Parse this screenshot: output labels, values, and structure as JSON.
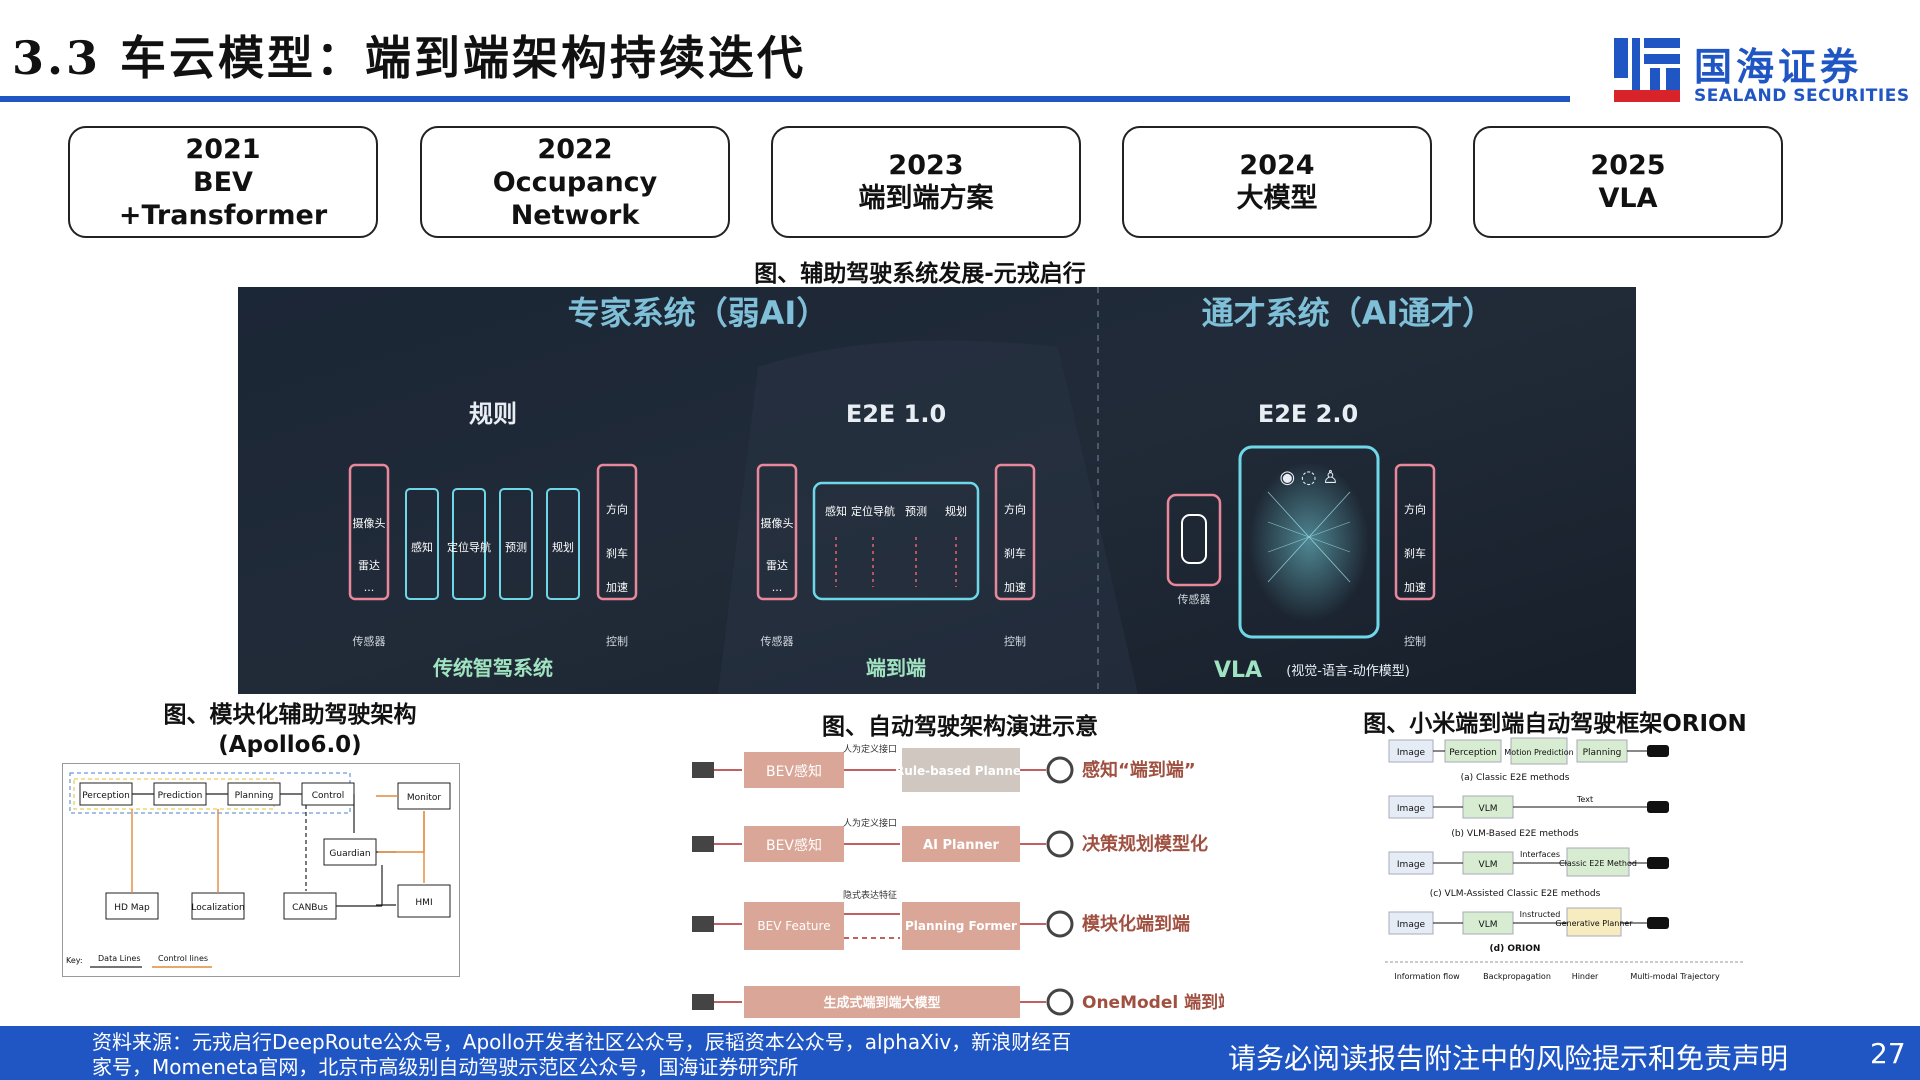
{
  "header": {
    "title": "3.3 车云模型：端到端架构持续迭代",
    "logo_cn": "国海证券",
    "logo_en": "SEALAND SECURITIES"
  },
  "timeline": [
    {
      "lines": [
        "2021",
        "BEV",
        "+Transformer"
      ]
    },
    {
      "lines": [
        "2022",
        "Occupancy",
        "Network"
      ]
    },
    {
      "lines": [
        "2023",
        "端到端方案"
      ]
    },
    {
      "lines": [
        "2024",
        "大模型"
      ]
    },
    {
      "lines": [
        "2025",
        "VLA"
      ]
    }
  ],
  "hero": {
    "caption": "图、辅助驾驶系统发展-元戎启行",
    "left_header": "专家系统（弱AI）",
    "right_header": "通才系统（AI通才）",
    "rules": {
      "title": "规则",
      "sensors": [
        "摄像头",
        "雷达",
        "..."
      ],
      "modules": [
        "感知",
        "定位导航",
        "预测",
        "规划"
      ],
      "controls": [
        "方向",
        "刹车",
        "加速"
      ],
      "sensor_label": "传感器",
      "control_label": "控制",
      "footer": "传统智驾系统"
    },
    "e2e1": {
      "title": "E2E 1.0",
      "sensors": [
        "摄像头",
        "雷达",
        "..."
      ],
      "modules": [
        "感知",
        "定位导航",
        "预测",
        "规划"
      ],
      "controls": [
        "方向",
        "刹车",
        "加速"
      ],
      "sensor_label": "传感器",
      "control_label": "控制",
      "footer": "端到端"
    },
    "e2e2": {
      "title": "E2E 2.0",
      "sensor_label": "传感器",
      "controls": [
        "方向",
        "刹车",
        "加速"
      ],
      "control_label": "控制",
      "footer": "VLA",
      "footer_sub": "(视觉-语言-动作模型)"
    }
  },
  "modular": {
    "caption_line1": "图、模块化辅助驾驶架构",
    "caption_line2": "(Apollo6.0)",
    "nodes": [
      "Perception",
      "Prediction",
      "Planning",
      "Control",
      "Monitor",
      "Guardian",
      "HD Map",
      "Localization",
      "CANBus",
      "HMI"
    ],
    "key_label": "Key:",
    "key_data": "Data Lines",
    "key_control": "Control lines"
  },
  "evolution": {
    "caption": "图、自动驾驶架构演进示意",
    "rows": [
      {
        "left": "BEV感知",
        "mid_note": "人为定义接口",
        "right": "Rule-based Planner",
        "label": "感知“端到端”"
      },
      {
        "left": "BEV感知",
        "mid_note": "人为定义接口",
        "right": "AI Planner",
        "label": "决策规划模型化"
      },
      {
        "left": "BEV Feature",
        "mid_note": "隐式表达特征",
        "right": "Planning Former",
        "label": "模块化端到端"
      },
      {
        "left": "生成式端到端大模型",
        "mid_note": "",
        "right": "",
        "label": "OneModel 端到端"
      }
    ]
  },
  "orion": {
    "caption": "图、小米端到端自动驾驶框架ORION",
    "rows": [
      {
        "boxes": [
          "Image",
          "Perception",
          "Motion Prediction",
          "Planning"
        ],
        "note": "",
        "sub": "(a) Classic E2E methods"
      },
      {
        "boxes": [
          "Image",
          "VLM"
        ],
        "note": "Text",
        "sub": "(b) VLM-Based E2E methods"
      },
      {
        "boxes": [
          "Image",
          "VLM",
          "Classic E2E Method"
        ],
        "note": "Interfaces",
        "sub": "(c) VLM-Assisted Classic E2E methods"
      },
      {
        "boxes": [
          "Image",
          "VLM",
          "Generative Planner"
        ],
        "note": "Instructed",
        "sub": "(d) ORION"
      }
    ],
    "legend": [
      "Information flow",
      "Backpropagation",
      "Hinder",
      "Multi-modal Trajectory"
    ]
  },
  "footer": {
    "sources": "资料来源：元戎启行DeepRoute公众号，Apollo开发者社区公众号，辰韬资本公众号，alphaXiv，新浪财经百家号，Momeneta官网，北京市高级别自动驾驶示范区公众号，国海证券研究所",
    "disclaimer": "请务必阅读报告附注中的风险提示和免责声明",
    "page": "27"
  },
  "colors": {
    "brand_blue": "#1f56c4",
    "hero_bg": "#1a2533",
    "accent_cyan": "#6fd8e8",
    "accent_pink": "#e8889a",
    "evo_box": "#d9a697",
    "orion_green": "#d7ecd0"
  }
}
